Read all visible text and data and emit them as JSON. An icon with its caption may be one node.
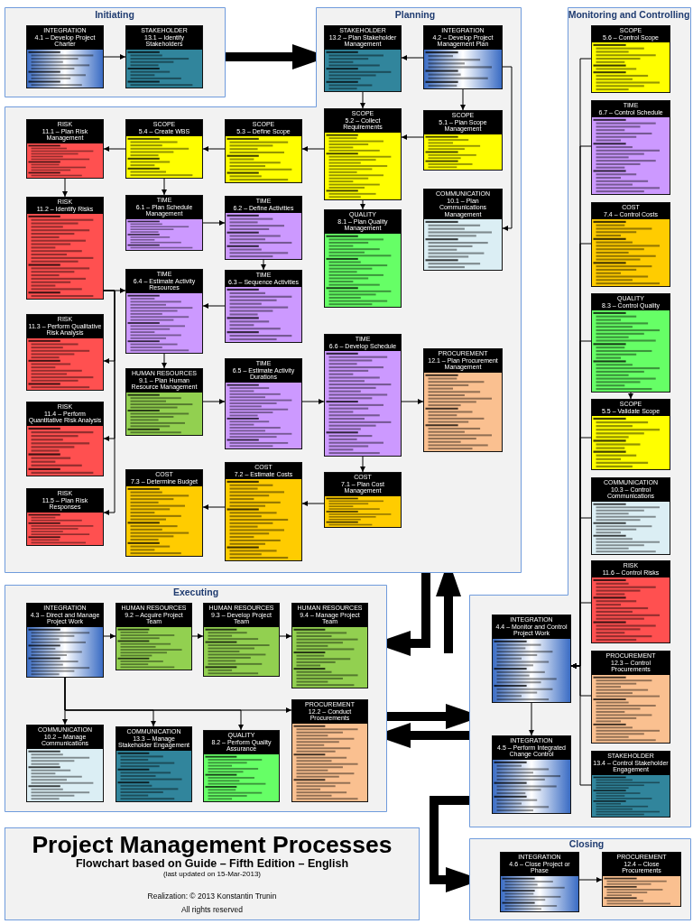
{
  "diagram": {
    "nodes": [
      {
        "text": [
          "Initiating"
        ]
      },
      {
        "text": [
          "INTEGRATION",
          "4.1 – Develop Project Charter"
        ],
        "in": 0
      },
      {
        "text": [
          "STAKEHOLDER",
          "13.1 – Identify Stakeholders"
        ],
        "in": 0
      },
      {
        "text": [
          "Planning"
        ]
      },
      {
        "text": [
          "STAKEHOLDER",
          "13.2 – Plan Stakeholder Management"
        ],
        "in": 3
      },
      {
        "text": [
          "INTEGRATION",
          "4.2 – Develop Project Management Plan"
        ],
        "in": 3
      },
      {
        "text": [
          "RISK",
          "11.1 – Plan Risk Management"
        ],
        "in": 3
      },
      {
        "text": [
          "SCOPE",
          "5.4 – Create WBS"
        ],
        "in": 3
      },
      {
        "text": [
          "SCOPE",
          "5.3 – Define Scope"
        ],
        "in": 3
      },
      {
        "text": [
          "SCOPE",
          "5.2 – Collect Requirements"
        ],
        "in": 3
      },
      {
        "text": [
          "SCOPE",
          "5.1 – Plan Scope Management"
        ],
        "in": 3
      },
      {
        "text": [
          "COMMUNICATION",
          "10.1 – Plan Communications Management"
        ],
        "in": 3
      },
      {
        "text": [
          "RISK",
          "11.2 – Identify Risks"
        ],
        "in": 3
      },
      {
        "text": [
          "TIME",
          "6.1 – Plan Schedule Management"
        ],
        "in": 3
      },
      {
        "text": [
          "TIME",
          "6.2 – Define Activities"
        ],
        "in": 3
      },
      {
        "text": [
          "QUALITY",
          "8.1 – Plan Quality Management"
        ],
        "in": 3
      },
      {
        "text": [
          "TIME",
          "6.4 – Estimate Activity Resources"
        ],
        "in": 3
      },
      {
        "text": [
          "TIME",
          "6.3 – Sequence Activities"
        ],
        "in": 3
      },
      {
        "text": [
          "RISK",
          "11.3 – Perform Qualitative Risk Analysis"
        ],
        "in": 3
      },
      {
        "text": [
          "TIME",
          "6.6 – Develop Schedule"
        ],
        "in": 3
      },
      {
        "text": [
          "PROCUREMENT",
          "12.1 – Plan Procurement Management"
        ],
        "in": 3
      },
      {
        "text": [
          "TIME",
          "6.5 – Estimate Activity Durations"
        ],
        "in": 3
      },
      {
        "text": [
          "HUMAN RESOURCES",
          "9.1 – Plan Human Resource Management"
        ],
        "in": 3
      },
      {
        "text": [
          "RISK",
          "11.4 – Perform Quantitative Risk Analysis"
        ],
        "in": 3
      },
      {
        "text": [
          "COST",
          "7.3 – Determine Budget"
        ],
        "in": 3
      },
      {
        "text": [
          "COST",
          "7.2 – Estimate Costs"
        ],
        "in": 3
      },
      {
        "text": [
          "COST",
          "7.1 – Plan Cost Management"
        ],
        "in": 3
      },
      {
        "text": [
          "RISK",
          "11.5 – Plan Risk Responses"
        ],
        "in": 3
      },
      {
        "text": [
          "Monitoring and Controlling"
        ]
      },
      {
        "text": [
          "SCOPE",
          "5.6 – Control Scope"
        ],
        "in": 28
      },
      {
        "text": [
          "TIME",
          "6.7 – Control Schedule"
        ],
        "in": 28
      },
      {
        "text": [
          "COST",
          "7.4 – Control Costs"
        ],
        "in": 28
      },
      {
        "text": [
          "QUALITY",
          "8.3 – Control Quality"
        ],
        "in": 28
      },
      {
        "text": [
          "SCOPE",
          "5.5 – Validate Scope"
        ],
        "in": 28
      },
      {
        "text": [
          "COMMUNICATION",
          "10.3 – Control Communications"
        ],
        "in": 28
      },
      {
        "text": [
          "RISK",
          "11.6 – Control Risks"
        ],
        "in": 28
      },
      {
        "text": [
          "INTEGRATION",
          "4.4 – Monitor and Control Project Work"
        ],
        "in": 28
      },
      {
        "text": [
          "PROCUREMENT",
          "12.3 – Control Procurements"
        ],
        "in": 28
      },
      {
        "text": [
          "INTEGRATION",
          "4.5 – Perform Integrated Change Control"
        ],
        "in": 28
      },
      {
        "text": [
          "STAKEHOLDER",
          "13.4 – Control Stakeholder Engagement"
        ],
        "in": 28
      },
      {
        "text": [
          "Executing"
        ]
      },
      {
        "text": [
          "INTEGRATION",
          "4.3 – Direct and Manage Project Work"
        ],
        "in": 40
      },
      {
        "text": [
          "HUMAN RESOURCES",
          "9.2 – Acquire Project Team"
        ],
        "in": 40
      },
      {
        "text": [
          "HUMAN RESOURCES",
          "9.3 – Develop Project Team"
        ],
        "in": 40
      },
      {
        "text": [
          "HUMAN RESOURCES",
          "9.4 – Manage Project Team"
        ],
        "in": 40
      },
      {
        "text": [
          "PROCUREMENT",
          "12.2 – Conduct Procurements"
        ],
        "in": 40
      },
      {
        "text": [
          "COMMUNICATION",
          "10.2 – Manage Communications"
        ],
        "in": 40
      },
      {
        "text": [
          "COMMUNICATION",
          "13.3 – Manage Stakeholder Engagement"
        ],
        "in": 40
      },
      {
        "text": [
          "QUALITY",
          "8.2 – Perform Quality Assurance"
        ],
        "in": 40
      },
      {
        "text": [
          "Project Management Processes",
          "Flowchart based on Guide – Fifth Edition – English",
          "(last updated on 15-Mar-2013)",
          "Realization: © 2013 Konstantin Trunin",
          "All rights reserved"
        ]
      },
      {
        "text": [
          "Closing"
        ]
      },
      {
        "text": [
          "INTEGRATION",
          "4.6 – Close Project or Phase"
        ],
        "in": 50
      },
      {
        "text": [
          "PROCUREMENT",
          "12.4 – Close Procurements"
        ],
        "in": 50
      }
    ],
    "edges": [
      {
        "from": 0,
        "to": 3,
        "arrow": "to",
        "style": "thick"
      },
      {
        "from": 3,
        "to": 40,
        "arrow": "to",
        "style": "thick"
      },
      {
        "from": null,
        "to": 3,
        "arrow": "to",
        "style": "thick"
      },
      {
        "from": 40,
        "to": 28,
        "arrow": "to",
        "style": "thick"
      },
      {
        "from": 28,
        "to": 40,
        "arrow": "to",
        "style": "thick"
      },
      {
        "from": 28,
        "to": 50,
        "arrow": "to",
        "style": "thick"
      },
      {
        "from": 1,
        "to": 2,
        "arrow": "to"
      },
      {
        "from": 5,
        "to": 4,
        "arrow": "to"
      },
      {
        "from": 5,
        "to": 10,
        "arrow": "to"
      },
      {
        "from": 4,
        "to": 9,
        "arrow": "to"
      },
      {
        "from": 10,
        "to": 9,
        "arrow": "to"
      },
      {
        "from": 9,
        "to": 8,
        "arrow": "to"
      },
      {
        "from": 8,
        "to": 7,
        "arrow": "to"
      },
      {
        "from": 7,
        "to": 6,
        "arrow": "to"
      },
      {
        "from": 7,
        "to": 13,
        "arrow": "to"
      },
      {
        "from": 9,
        "to": 15,
        "arrow": "to"
      },
      {
        "from": 6,
        "to": 12,
        "arrow": "to"
      },
      {
        "from": 13,
        "to": 14,
        "arrow": "to"
      },
      {
        "from": 14,
        "to": 17,
        "arrow": "to"
      },
      {
        "from": 17,
        "to": 16,
        "arrow": "to"
      },
      {
        "from": 12,
        "to": 16,
        "arrow": "to"
      },
      {
        "from": 12,
        "to": 18,
        "arrow": "to"
      },
      {
        "from": 12,
        "to": 23,
        "arrow": "to"
      },
      {
        "from": 12,
        "to": 27,
        "arrow": "to"
      },
      {
        "from": 16,
        "to": 22,
        "arrow": "to"
      },
      {
        "from": 22,
        "to": 21,
        "arrow": "to"
      },
      {
        "from": 21,
        "to": 19,
        "arrow": "to"
      },
      {
        "from": 19,
        "to": 20,
        "arrow": "to"
      },
      {
        "from": 19,
        "to": 26,
        "arrow": "to"
      },
      {
        "from": 26,
        "to": 25,
        "arrow": "to"
      },
      {
        "from": 25,
        "to": 24,
        "arrow": "to"
      },
      {
        "from": 5,
        "to": 11,
        "arrow": "to"
      },
      {
        "from": 29,
        "to": 36,
        "arrow": "to"
      },
      {
        "from": 30,
        "to": 36,
        "arrow": "to"
      },
      {
        "from": 31,
        "to": 36,
        "arrow": "to"
      },
      {
        "from": 32,
        "to": 36,
        "arrow": "to"
      },
      {
        "from": 33,
        "to": 36,
        "arrow": "to"
      },
      {
        "from": 34,
        "to": 36,
        "arrow": "to"
      },
      {
        "from": 35,
        "to": 36,
        "arrow": "to"
      },
      {
        "from": 37,
        "to": 36,
        "arrow": "to"
      },
      {
        "from": 39,
        "to": 36,
        "arrow": "to"
      },
      {
        "from": 32,
        "to": 33,
        "arrow": "to"
      },
      {
        "from": 36,
        "to": 38,
        "arrow": "to"
      },
      {
        "from": 41,
        "to": 42,
        "arrow": "to"
      },
      {
        "from": 42,
        "to": 43,
        "arrow": "to"
      },
      {
        "from": 43,
        "to": 44,
        "arrow": "to"
      },
      {
        "from": 41,
        "to": 46,
        "arrow": "to"
      },
      {
        "from": 41,
        "to": 47,
        "arrow": "to"
      },
      {
        "from": 41,
        "to": 48,
        "arrow": "to"
      },
      {
        "from": 41,
        "to": 45,
        "arrow": "to"
      },
      {
        "from": 51,
        "to": 52,
        "arrow": "to"
      }
    ]
  }
}
